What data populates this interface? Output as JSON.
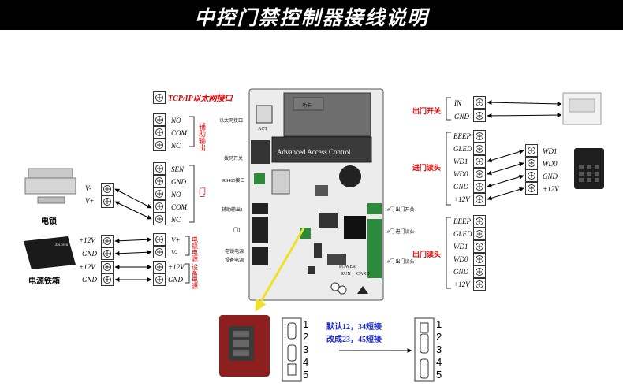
{
  "header": {
    "title": "中控门禁控制器接线说明"
  },
  "left_top": {
    "tcpip_label": "TCP/IP以太网接口",
    "aux_out": {
      "pins": [
        "NO",
        "COM",
        "NC"
      ],
      "label": "辅助输出"
    },
    "door": {
      "pins": [
        "SEN",
        "GND",
        "NO",
        "COM",
        "NC"
      ],
      "label": "门1"
    },
    "lock_device": {
      "pins": [
        "V-",
        "V+"
      ],
      "label": "电锁"
    },
    "lock_power": {
      "pins": [
        "V+",
        "V-"
      ],
      "label": "电锁电源"
    },
    "dev_power": {
      "pins": [
        "+12V",
        "GND"
      ],
      "label": "设备电源"
    },
    "supply_box": {
      "pins": [
        "+12V",
        "GND",
        "+12V",
        "GND"
      ],
      "label": "电源铁箱",
      "brand": "ZKTeco"
    }
  },
  "right": {
    "exit": {
      "pins": [
        "IN",
        "GND"
      ],
      "label": "出门开关"
    },
    "in_reader": {
      "pins": [
        "BEEP",
        "GLED",
        "WD1",
        "WD0",
        "GND",
        "+12V"
      ],
      "label": "进门读头"
    },
    "reader_device": {
      "pins": [
        "WD1",
        "WD0",
        "GND",
        "+12V"
      ]
    },
    "out_reader": {
      "pins": [
        "BEEP",
        "GLED",
        "WD1",
        "WD0",
        "GND",
        "+12V"
      ],
      "label": "出门读头"
    }
  },
  "board": {
    "name": "Advanced Access Control",
    "labels": {
      "ethernet": "以太网接口",
      "dial": "拨码开关",
      "rs485": "RS485接口",
      "aux": "辅助输出1",
      "door": "门1",
      "lock_power": "电锁电源",
      "dev_power": "设备电源",
      "exit": "1#门 出门开关",
      "in_reader": "1#门 进门读头",
      "out_reader": "1#门 出门读头",
      "act": "ACT",
      "power": "POWER",
      "run": "RUN",
      "card": "CARD",
      "module": "功卡"
    }
  },
  "jumper": {
    "note_line1": "默认12，34短接",
    "note_line2": "改成23，45短接",
    "numbers": [
      "1",
      "2",
      "3",
      "4",
      "5"
    ]
  },
  "colors": {
    "banner": "#000000",
    "red": "#e00000",
    "blue": "#1a2bd0",
    "arrow_yellow": "#f0e02a"
  }
}
